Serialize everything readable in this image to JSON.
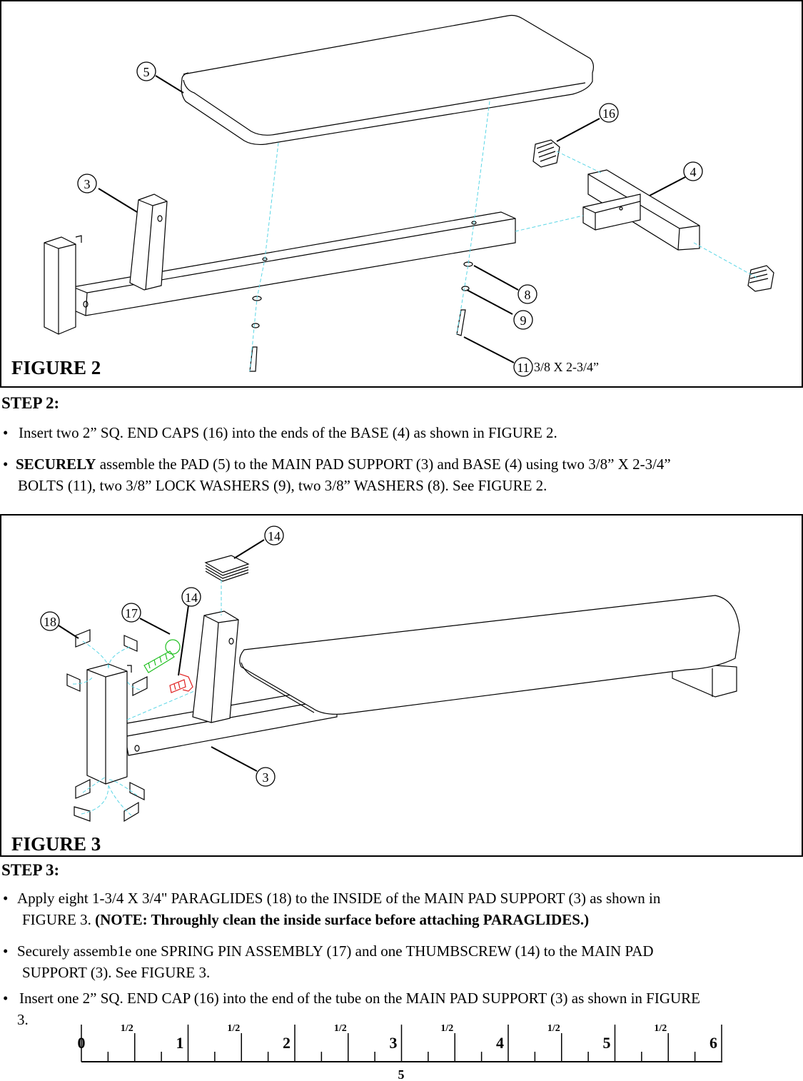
{
  "figure2": {
    "label": "FIGURE 2",
    "callouts": {
      "c5": "5",
      "c16": "16",
      "c3": "3",
      "c4": "4",
      "c8": "8",
      "c9": "9",
      "c11": "11"
    },
    "bolt_spec": "3/8 X 2-3/4”"
  },
  "step2": {
    "heading": "STEP 2:",
    "bullet1": "Insert two 2” SQ. END CAPS (16) into the ends of the BASE (4) as shown in FIGURE 2.",
    "bullet2_bold": "SECURELY",
    "bullet2_line1": " assemble the PAD (5) to the MAIN PAD SUPPORT (3) and BASE (4) using two 3/8” X 2-3/4”",
    "bullet2_line2": "BOLTS (11), two 3/8” LOCK WASHERS (9), two 3/8” WASHERS (8). See FIGURE 2."
  },
  "figure3": {
    "label": "FIGURE 3",
    "callouts": {
      "c14a": "14",
      "c14b": "14",
      "c17": "17",
      "c18": "18",
      "c3": "3"
    }
  },
  "step3": {
    "heading": "STEP 3:",
    "bullet1_line1": "Apply eight 1-3/4 X 3/4\" PARAGLIDES (18) to the INSIDE of the MAIN PAD SUPPORT (3) as shown in",
    "bullet1_line2_plain": "FIGURE 3. ",
    "bullet1_line2_bold": "(NOTE: Throughly clean the inside surface before attaching PARAGLIDES.)",
    "bullet2_line1": "Securely assemb1e one SPRING PIN ASSEMBLY (17) and one THUMBSCREW (14) to the MAIN PAD",
    "bullet2_line2": "SUPPORT (3). See FIGURE 3.",
    "bullet3_line1": "Insert one 2” SQ. END CAP (16) into the end of the tube on the MAIN PAD SUPPORT (3) as shown in FIGURE",
    "bullet3_line2": "3."
  },
  "ruler": {
    "numbers": [
      "0",
      "1",
      "2",
      "3",
      "4",
      "5",
      "6"
    ],
    "half_label": "1/2",
    "page_number": "5"
  },
  "bullet_char": "•",
  "colors": {
    "accent_cyan": "#5ad6e6",
    "spring_pin_green": "#1fbf1f",
    "thumbscrew_red": "#e02020",
    "line": "#000000"
  }
}
